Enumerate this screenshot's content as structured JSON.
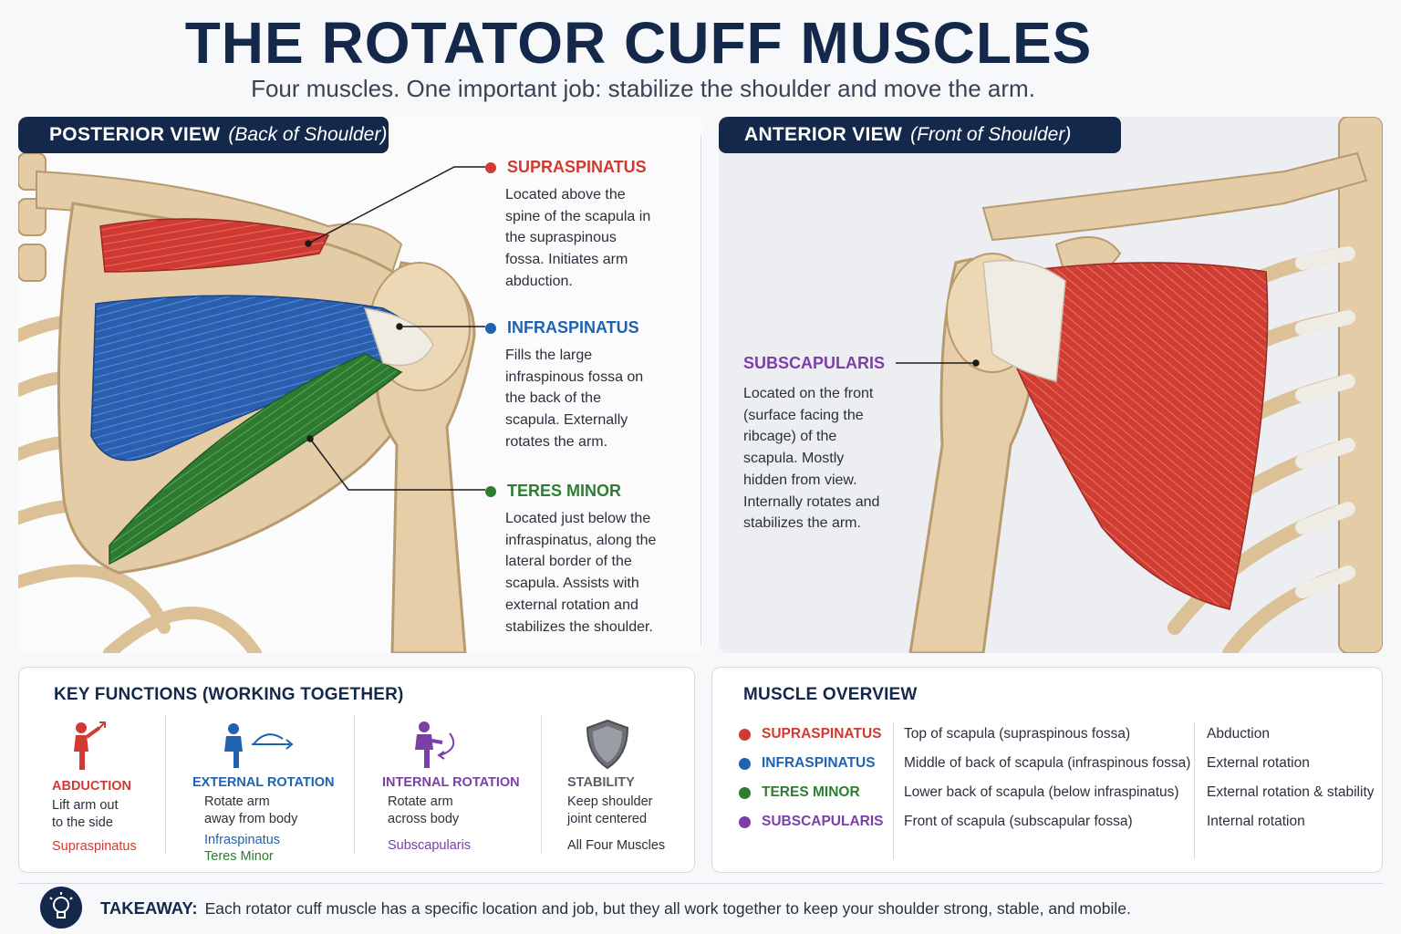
{
  "header": {
    "title": "THE ROTATOR CUFF MUSCLES",
    "subtitle": "Four muscles. One important job: stabilize the shoulder and move the arm."
  },
  "colors": {
    "navy": "#13284b",
    "supraspinatus": "#d03a32",
    "infraspinatus": "#1f63b0",
    "teres_minor": "#2e7d32",
    "subscapularis": "#7b3fa8",
    "bone": "#e2c9a0"
  },
  "posterior": {
    "tag_main": "POSTERIOR VIEW",
    "tag_sub": "(Back of Shoulder)",
    "callouts": [
      {
        "name": "SUPRASPINATUS",
        "desc": "Located above the spine of the scapula in the supraspinous fossa. Initiates arm abduction."
      },
      {
        "name": "INFRASPINATUS",
        "desc": "Fills the large infraspinous fossa on the back of the scapula. Externally rotates the arm."
      },
      {
        "name": "TERES MINOR",
        "desc": "Located just below the infraspinatus, along the lateral border of the scapula. Assists with external rotation and stabilizes the shoulder."
      }
    ]
  },
  "anterior": {
    "tag_main": "ANTERIOR VIEW",
    "tag_sub": "(Front of Shoulder)",
    "callout": {
      "name": "SUBSCAPULARIS",
      "desc": "Located on the front (surface facing the ribcage) of the scapula. Mostly hidden from view. Internally rotates and stabilizes the arm."
    }
  },
  "functions": {
    "heading": "KEY FUNCTIONS (WORKING TOGETHER)",
    "items": [
      {
        "title": "ABDUCTION",
        "desc1": "Lift arm out",
        "desc2": "to the side",
        "muscle1": "Supraspinatus",
        "muscle2": "",
        "icon": "abduction-icon"
      },
      {
        "title": "EXTERNAL ROTATION",
        "desc1": "Rotate arm",
        "desc2": "away from body",
        "muscle1": "Infraspinatus",
        "muscle2": "Teres Minor",
        "icon": "external-rotation-icon"
      },
      {
        "title": "INTERNAL ROTATION",
        "desc1": "Rotate arm",
        "desc2": "across body",
        "muscle1": "Subscapularis",
        "muscle2": "",
        "icon": "internal-rotation-icon"
      },
      {
        "title": "STABILITY",
        "desc1": "Keep shoulder",
        "desc2": "joint centered",
        "muscle1": "All Four Muscles",
        "muscle2": "",
        "icon": "shield-icon"
      }
    ]
  },
  "overview": {
    "heading": "MUSCLE OVERVIEW",
    "rows": [
      {
        "name": "SUPRASPINATUS",
        "location": "Top of scapula (supraspinous fossa)",
        "action": "Abduction"
      },
      {
        "name": "INFRASPINATUS",
        "location": "Middle of back of scapula (infraspinous fossa)",
        "action": "External rotation"
      },
      {
        "name": "TERES MINOR",
        "location": "Lower back of scapula (below infraspinatus)",
        "action": "External rotation & stability"
      },
      {
        "name": "SUBSCAPULARIS",
        "location": "Front of scapula (subscapular fossa)",
        "action": "Internal rotation"
      }
    ]
  },
  "takeaway": {
    "label": "TAKEAWAY:",
    "text": "Each rotator cuff muscle has a specific location and job, but they all work together to keep your shoulder strong, stable, and mobile."
  }
}
